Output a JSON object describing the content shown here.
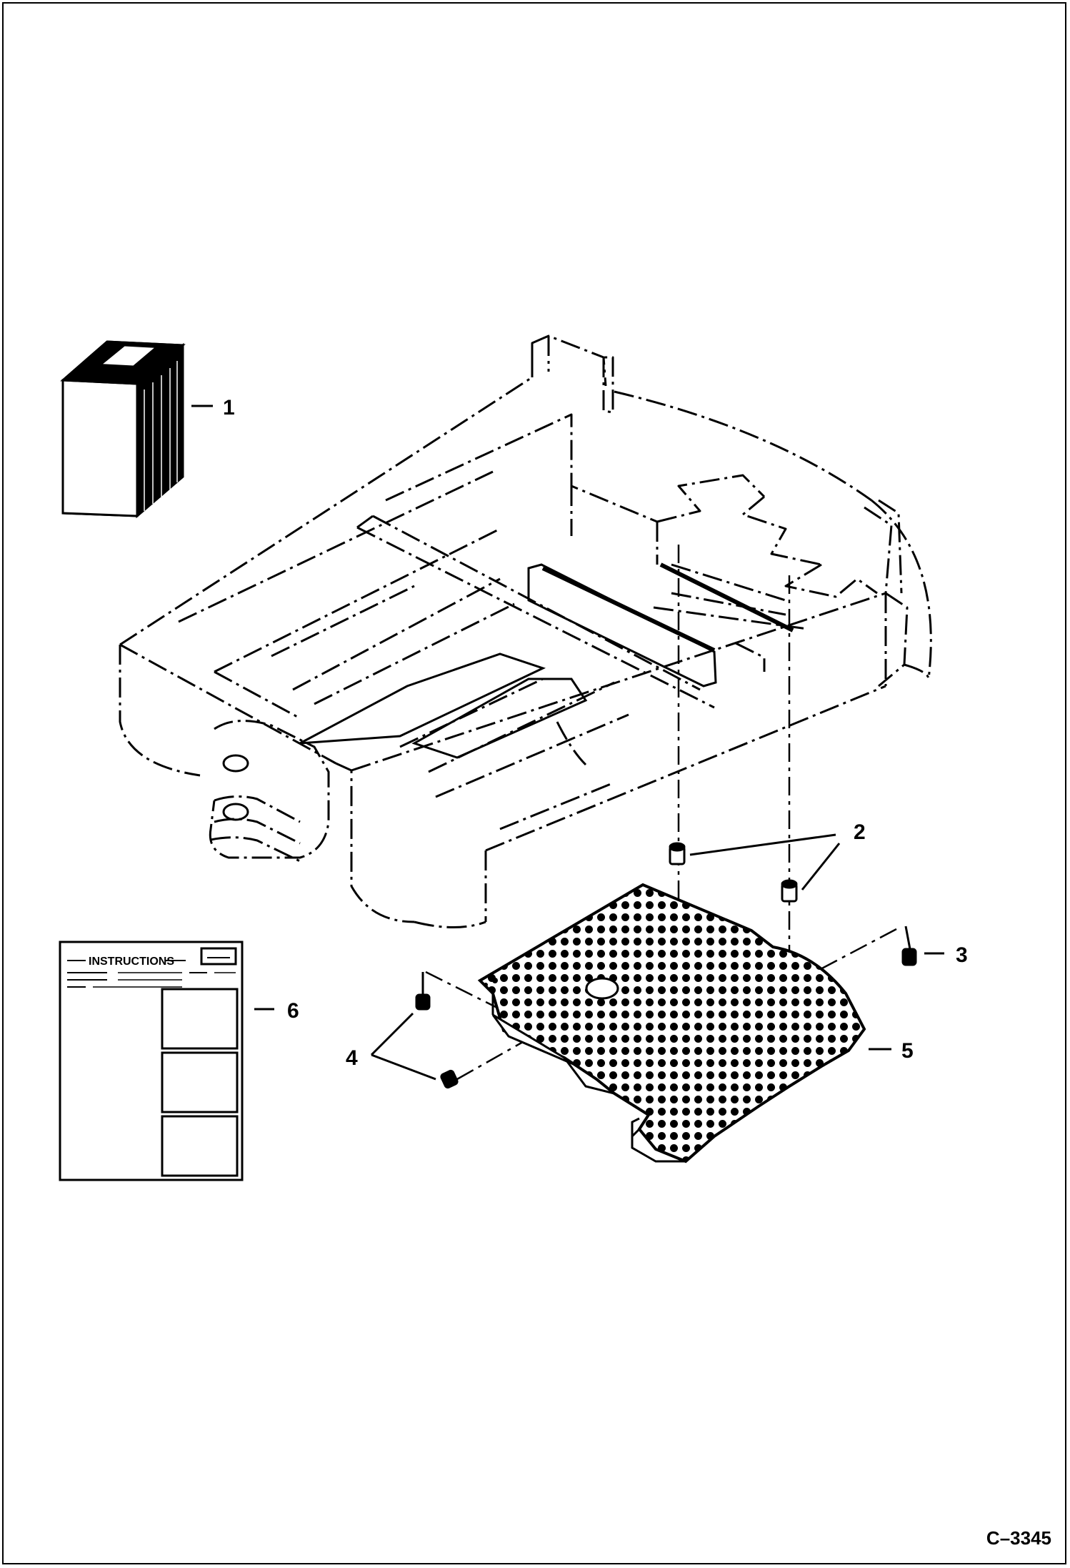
{
  "figure_id": "C–3345",
  "callouts": [
    {
      "number": "1",
      "part": "battery"
    },
    {
      "number": "2",
      "part": "spacer"
    },
    {
      "number": "3",
      "part": "bolt"
    },
    {
      "number": "4",
      "part": "bolt"
    },
    {
      "number": "5",
      "part": "floor-plate"
    },
    {
      "number": "6",
      "part": "instruction-sheet"
    }
  ],
  "instruction_sheet": {
    "title": "INSTRUCTIONS"
  },
  "colors": {
    "line": "#000000",
    "background": "#ffffff"
  }
}
